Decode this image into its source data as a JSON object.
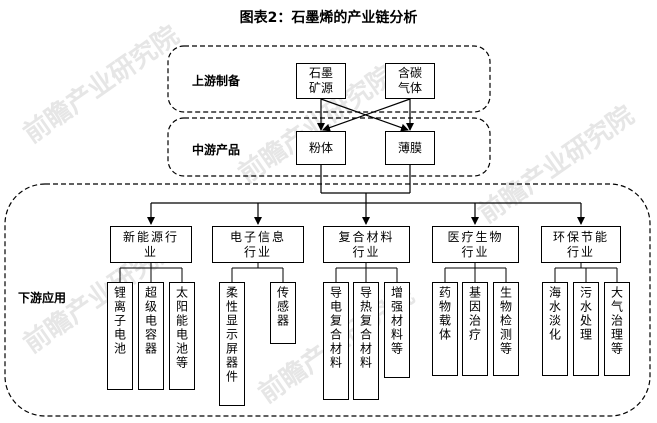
{
  "title": "图表2：石墨烯的产业链分析",
  "stages": {
    "upstream": "上游制备",
    "midstream": "中游产品",
    "downstream": "下游应用"
  },
  "upstream_items": [
    "石墨\n矿源",
    "含碳\n气体"
  ],
  "midstream_items": [
    "粉体",
    "薄膜"
  ],
  "categories": [
    {
      "label": "新能源行\n业",
      "children": [
        "锂离子电池",
        "超级电容器",
        "太阳能电池等"
      ]
    },
    {
      "label": "电子信息\n行业",
      "children": [
        "柔性显示屏器件",
        "传感器"
      ]
    },
    {
      "label": "复合材料\n行业",
      "children": [
        "导电复合材料",
        "导热复合材料",
        "增强材料等"
      ]
    },
    {
      "label": "医疗生物\n行业",
      "children": [
        "药物载体",
        "基因治疗",
        "生物检测等"
      ]
    },
    {
      "label": "环保节能\n行业",
      "children": [
        "海水淡化",
        "污水处理",
        "大气治理等"
      ]
    }
  ],
  "watermark": "前瞻产业研究院"
}
